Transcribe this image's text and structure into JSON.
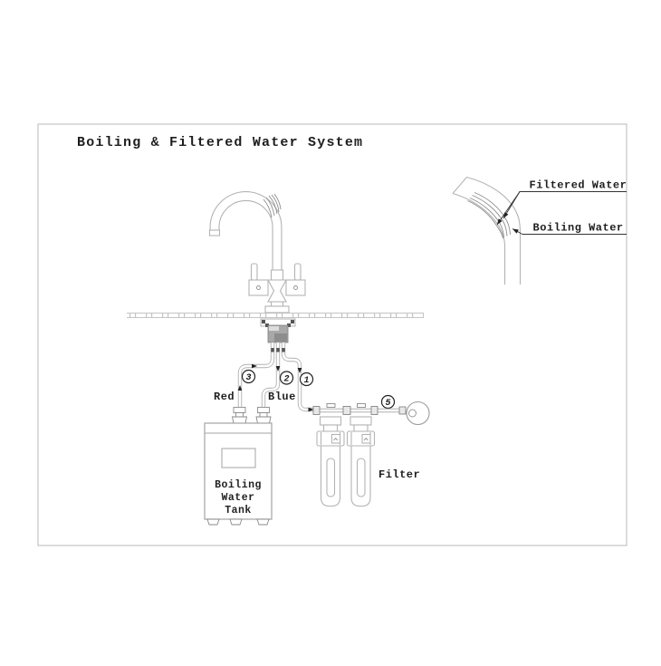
{
  "title": "Boiling & Filtered Water System",
  "detail_labels": {
    "filtered": "Filtered Water",
    "boiling": "Boiling Water"
  },
  "tube_labels": {
    "red": "Red",
    "blue": "Blue"
  },
  "callouts": {
    "n1": "1",
    "n2": "2",
    "n3": "3",
    "n5": "5"
  },
  "component_labels": {
    "filter": "Filter",
    "tank_line1": "Boiling",
    "tank_line2": "Water",
    "tank_line3": "Tank"
  },
  "colors": {
    "background": "#ffffff",
    "ink": "#1e1e1e",
    "line_light": "#b3b3b3",
    "line_mid": "#8f8f8f",
    "frame": "#c9c9c9",
    "mount_block_fill": "#a8a8a8"
  }
}
